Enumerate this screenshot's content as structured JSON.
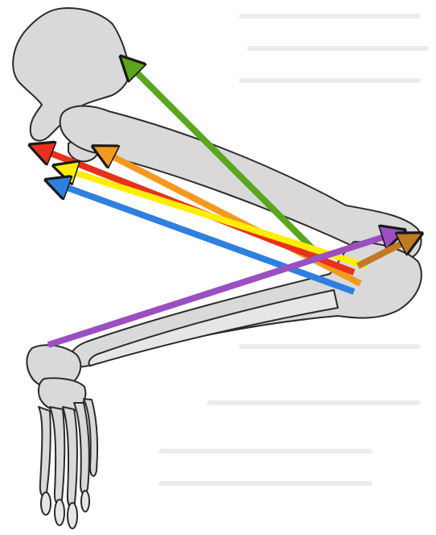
{
  "figure": {
    "background": "#ffffff",
    "bone_fill": "#d9d9d9",
    "outline": "#2b2b2b"
  },
  "muscle_arrows": [
    {
      "name": "green-arrow",
      "color": "#5aa61e"
    },
    {
      "name": "orange-arrow",
      "color": "#f39a1e"
    },
    {
      "name": "red-arrow",
      "color": "#e8301e"
    },
    {
      "name": "yellow-arrow",
      "color": "#ffee00"
    },
    {
      "name": "blue-arrow",
      "color": "#2f7fe0"
    },
    {
      "name": "purple-arrow",
      "color": "#9b4fc0"
    },
    {
      "name": "brown-arrow",
      "color": "#c07a24"
    }
  ]
}
